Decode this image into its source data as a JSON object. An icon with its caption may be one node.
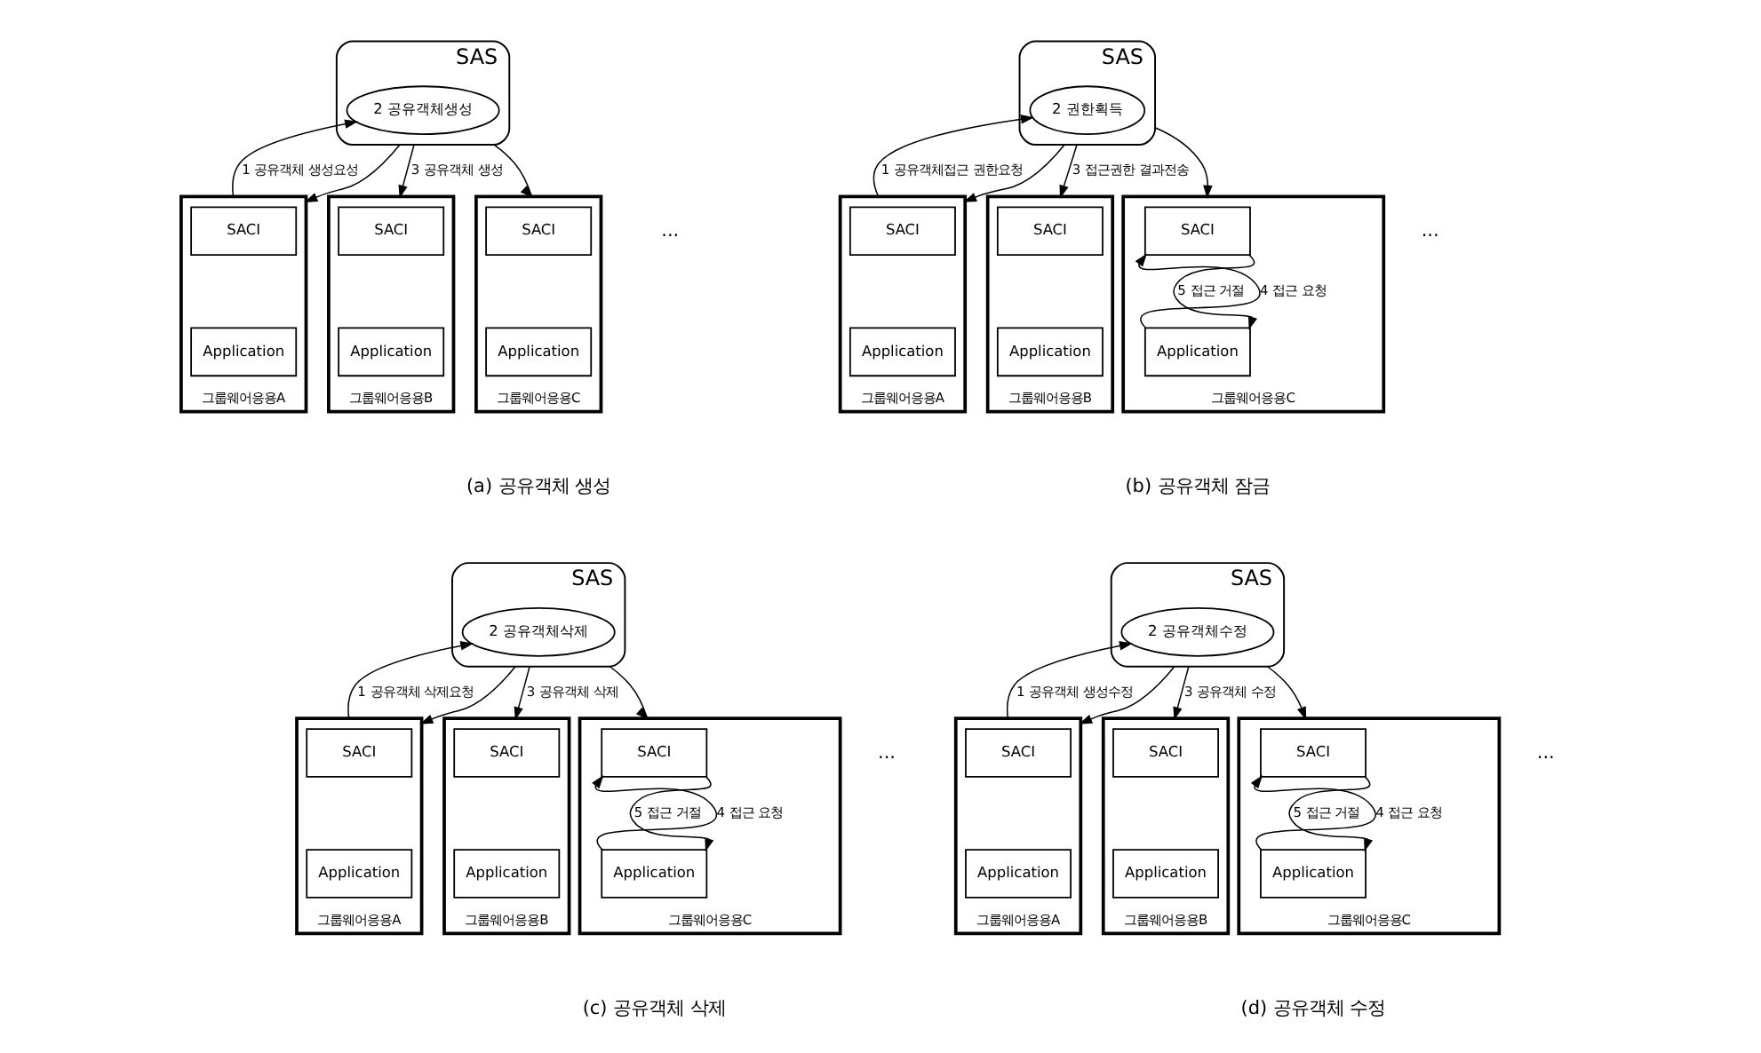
{
  "diagram": {
    "nodes": [
      {
        "text": [
          "SAS"
        ]
      },
      {
        "text": [
          "2 공유객체생성"
        ],
        "in": 0
      },
      {
        "text": [
          "그룹웨어응용A"
        ]
      },
      {
        "text": [
          "SACI"
        ],
        "in": 2
      },
      {
        "text": [
          "Application"
        ],
        "in": 2
      },
      {
        "text": [
          "그룹웨어응용B"
        ]
      },
      {
        "text": [
          "SACI"
        ],
        "in": 5
      },
      {
        "text": [
          "Application"
        ],
        "in": 5
      },
      {
        "text": [
          "그룹웨어응용C"
        ]
      },
      {
        "text": [
          "SACI"
        ],
        "in": 8
      },
      {
        "text": [
          "Application"
        ],
        "in": 8
      },
      {
        "text": [
          "SAS"
        ]
      },
      {
        "text": [
          "2 권한획득"
        ],
        "in": 11
      },
      {
        "text": [
          "그룹웨어응용A"
        ]
      },
      {
        "text": [
          "SACI"
        ],
        "in": 13
      },
      {
        "text": [
          "Application"
        ],
        "in": 13
      },
      {
        "text": [
          "그룹웨어응용B"
        ]
      },
      {
        "text": [
          "SACI"
        ],
        "in": 16
      },
      {
        "text": [
          "Application"
        ],
        "in": 16
      },
      {
        "text": [
          "그룹웨어응용C"
        ]
      },
      {
        "text": [
          "SACI"
        ],
        "in": 19
      },
      {
        "text": [
          "Application"
        ],
        "in": 19
      },
      {
        "text": [
          "SAS"
        ]
      },
      {
        "text": [
          "2 공유객체삭제"
        ],
        "in": 22
      },
      {
        "text": [
          "그룹웨어응용A"
        ]
      },
      {
        "text": [
          "SACI"
        ],
        "in": 24
      },
      {
        "text": [
          "Application"
        ],
        "in": 24
      },
      {
        "text": [
          "그룹웨어응용B"
        ]
      },
      {
        "text": [
          "SACI"
        ],
        "in": 27
      },
      {
        "text": [
          "Application"
        ],
        "in": 27
      },
      {
        "text": [
          "그룹웨어응용C"
        ]
      },
      {
        "text": [
          "SACI"
        ],
        "in": 30
      },
      {
        "text": [
          "Application"
        ],
        "in": 30
      },
      {
        "text": [
          "SAS"
        ]
      },
      {
        "text": [
          "2 공유객체수정"
        ],
        "in": 33
      },
      {
        "text": [
          "그룹웨어응용A"
        ]
      },
      {
        "text": [
          "SACI"
        ],
        "in": 35
      },
      {
        "text": [
          "Application"
        ],
        "in": 35
      },
      {
        "text": [
          "그룹웨어응용B"
        ]
      },
      {
        "text": [
          "SACI"
        ],
        "in": 38
      },
      {
        "text": [
          "Application"
        ],
        "in": 38
      },
      {
        "text": [
          "그룹웨어응용C"
        ]
      },
      {
        "text": [
          "SACI"
        ],
        "in": 41
      },
      {
        "text": [
          "Application"
        ],
        "in": 41
      }
    ],
    "edges": [
      {
        "from": 2,
        "to": 1,
        "arrow": "to",
        "label": "1 공유객체 생성요성"
      },
      {
        "from": 0,
        "to": 2,
        "arrow": "to"
      },
      {
        "from": 0,
        "to": 5,
        "arrow": "to",
        "label": "3 공유객체 생성"
      },
      {
        "from": 0,
        "to": 8,
        "arrow": "to"
      },
      {
        "from": 13,
        "to": 12,
        "arrow": "to",
        "label": "1 공유객체접근 권한요청"
      },
      {
        "from": 11,
        "to": 13,
        "arrow": "to"
      },
      {
        "from": 11,
        "to": 16,
        "arrow": "to",
        "label": "3 접근권한 결과전송"
      },
      {
        "from": 11,
        "to": 19,
        "arrow": "to"
      },
      {
        "from": 21,
        "to": 20,
        "arrow": "to",
        "label": "4 접근 요청"
      },
      {
        "from": 20,
        "to": 21,
        "arrow": "to",
        "label": "5 접근 거절"
      },
      {
        "from": 24,
        "to": 23,
        "arrow": "to",
        "label": "1 공유객체 삭제요청"
      },
      {
        "from": 22,
        "to": 24,
        "arrow": "to"
      },
      {
        "from": 22,
        "to": 27,
        "arrow": "to",
        "label": "3 공유객체 삭제"
      },
      {
        "from": 22,
        "to": 30,
        "arrow": "to"
      },
      {
        "from": 32,
        "to": 31,
        "arrow": "to",
        "label": "4 접근 요청"
      },
      {
        "from": 31,
        "to": 32,
        "arrow": "to",
        "label": "5 접근 거절"
      },
      {
        "from": 35,
        "to": 34,
        "arrow": "to",
        "label": "1 공유객체 생성수정"
      },
      {
        "from": 33,
        "to": 35,
        "arrow": "to"
      },
      {
        "from": 33,
        "to": 38,
        "arrow": "to",
        "label": "3 공유객체 수정"
      },
      {
        "from": 33,
        "to": 41,
        "arrow": "to"
      },
      {
        "from": 43,
        "to": 42,
        "arrow": "to",
        "label": "4 접근 요청"
      },
      {
        "from": 42,
        "to": 43,
        "arrow": "to",
        "label": "5 접근 거절"
      }
    ],
    "labels": [
      "...",
      "...",
      "(a) 공유객체 생성",
      "(b) 공유객체 잠금",
      "...",
      "...",
      "(c) 공유객체 삭제",
      "(d) 공유객체 수정"
    ]
  }
}
